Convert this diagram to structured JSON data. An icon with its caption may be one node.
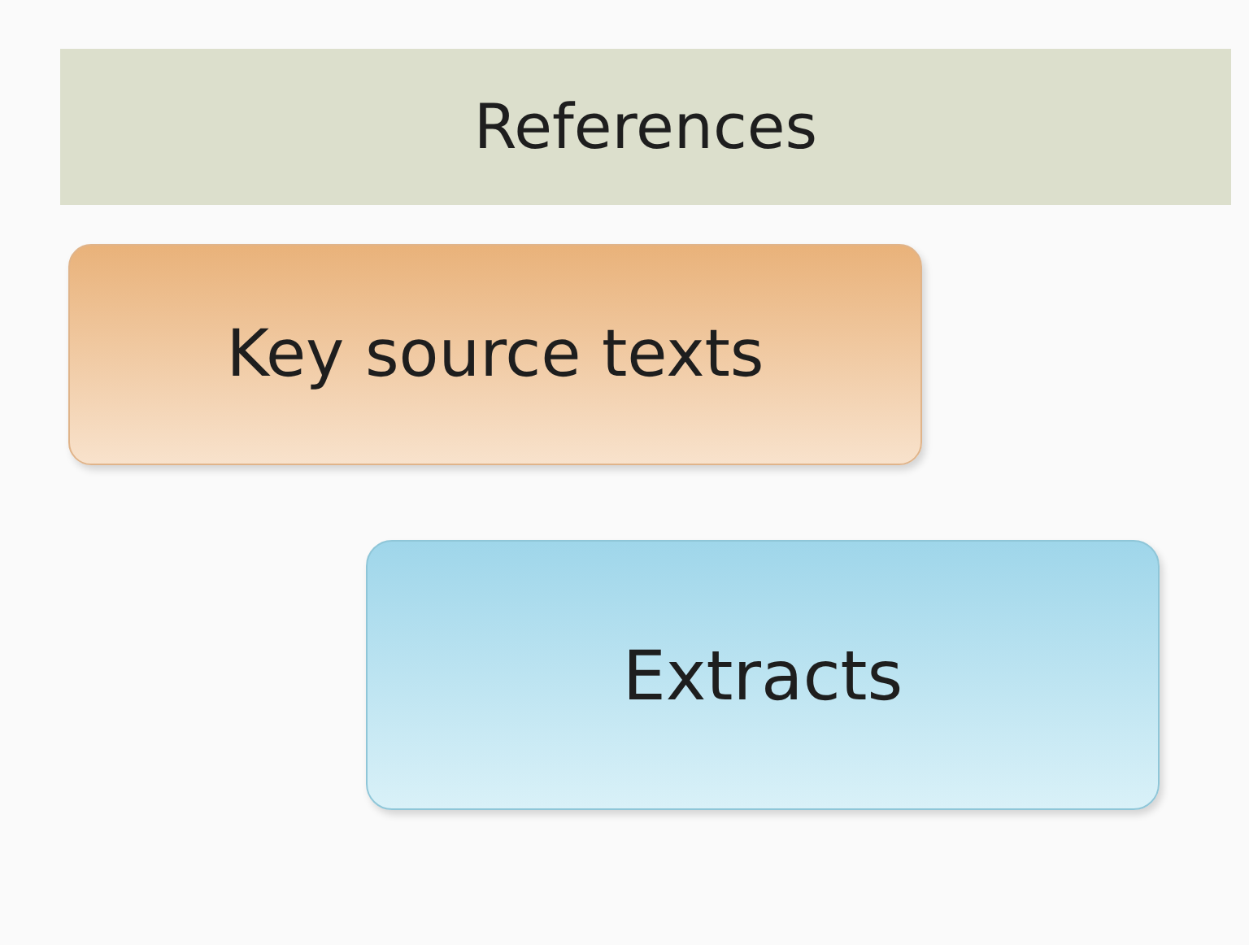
{
  "diagram": {
    "nodes": [
      {
        "text": [
          "References"
        ]
      },
      {
        "text": [
          "Key source texts"
        ]
      },
      {
        "text": [
          "Extracts"
        ]
      }
    ],
    "edges": []
  }
}
